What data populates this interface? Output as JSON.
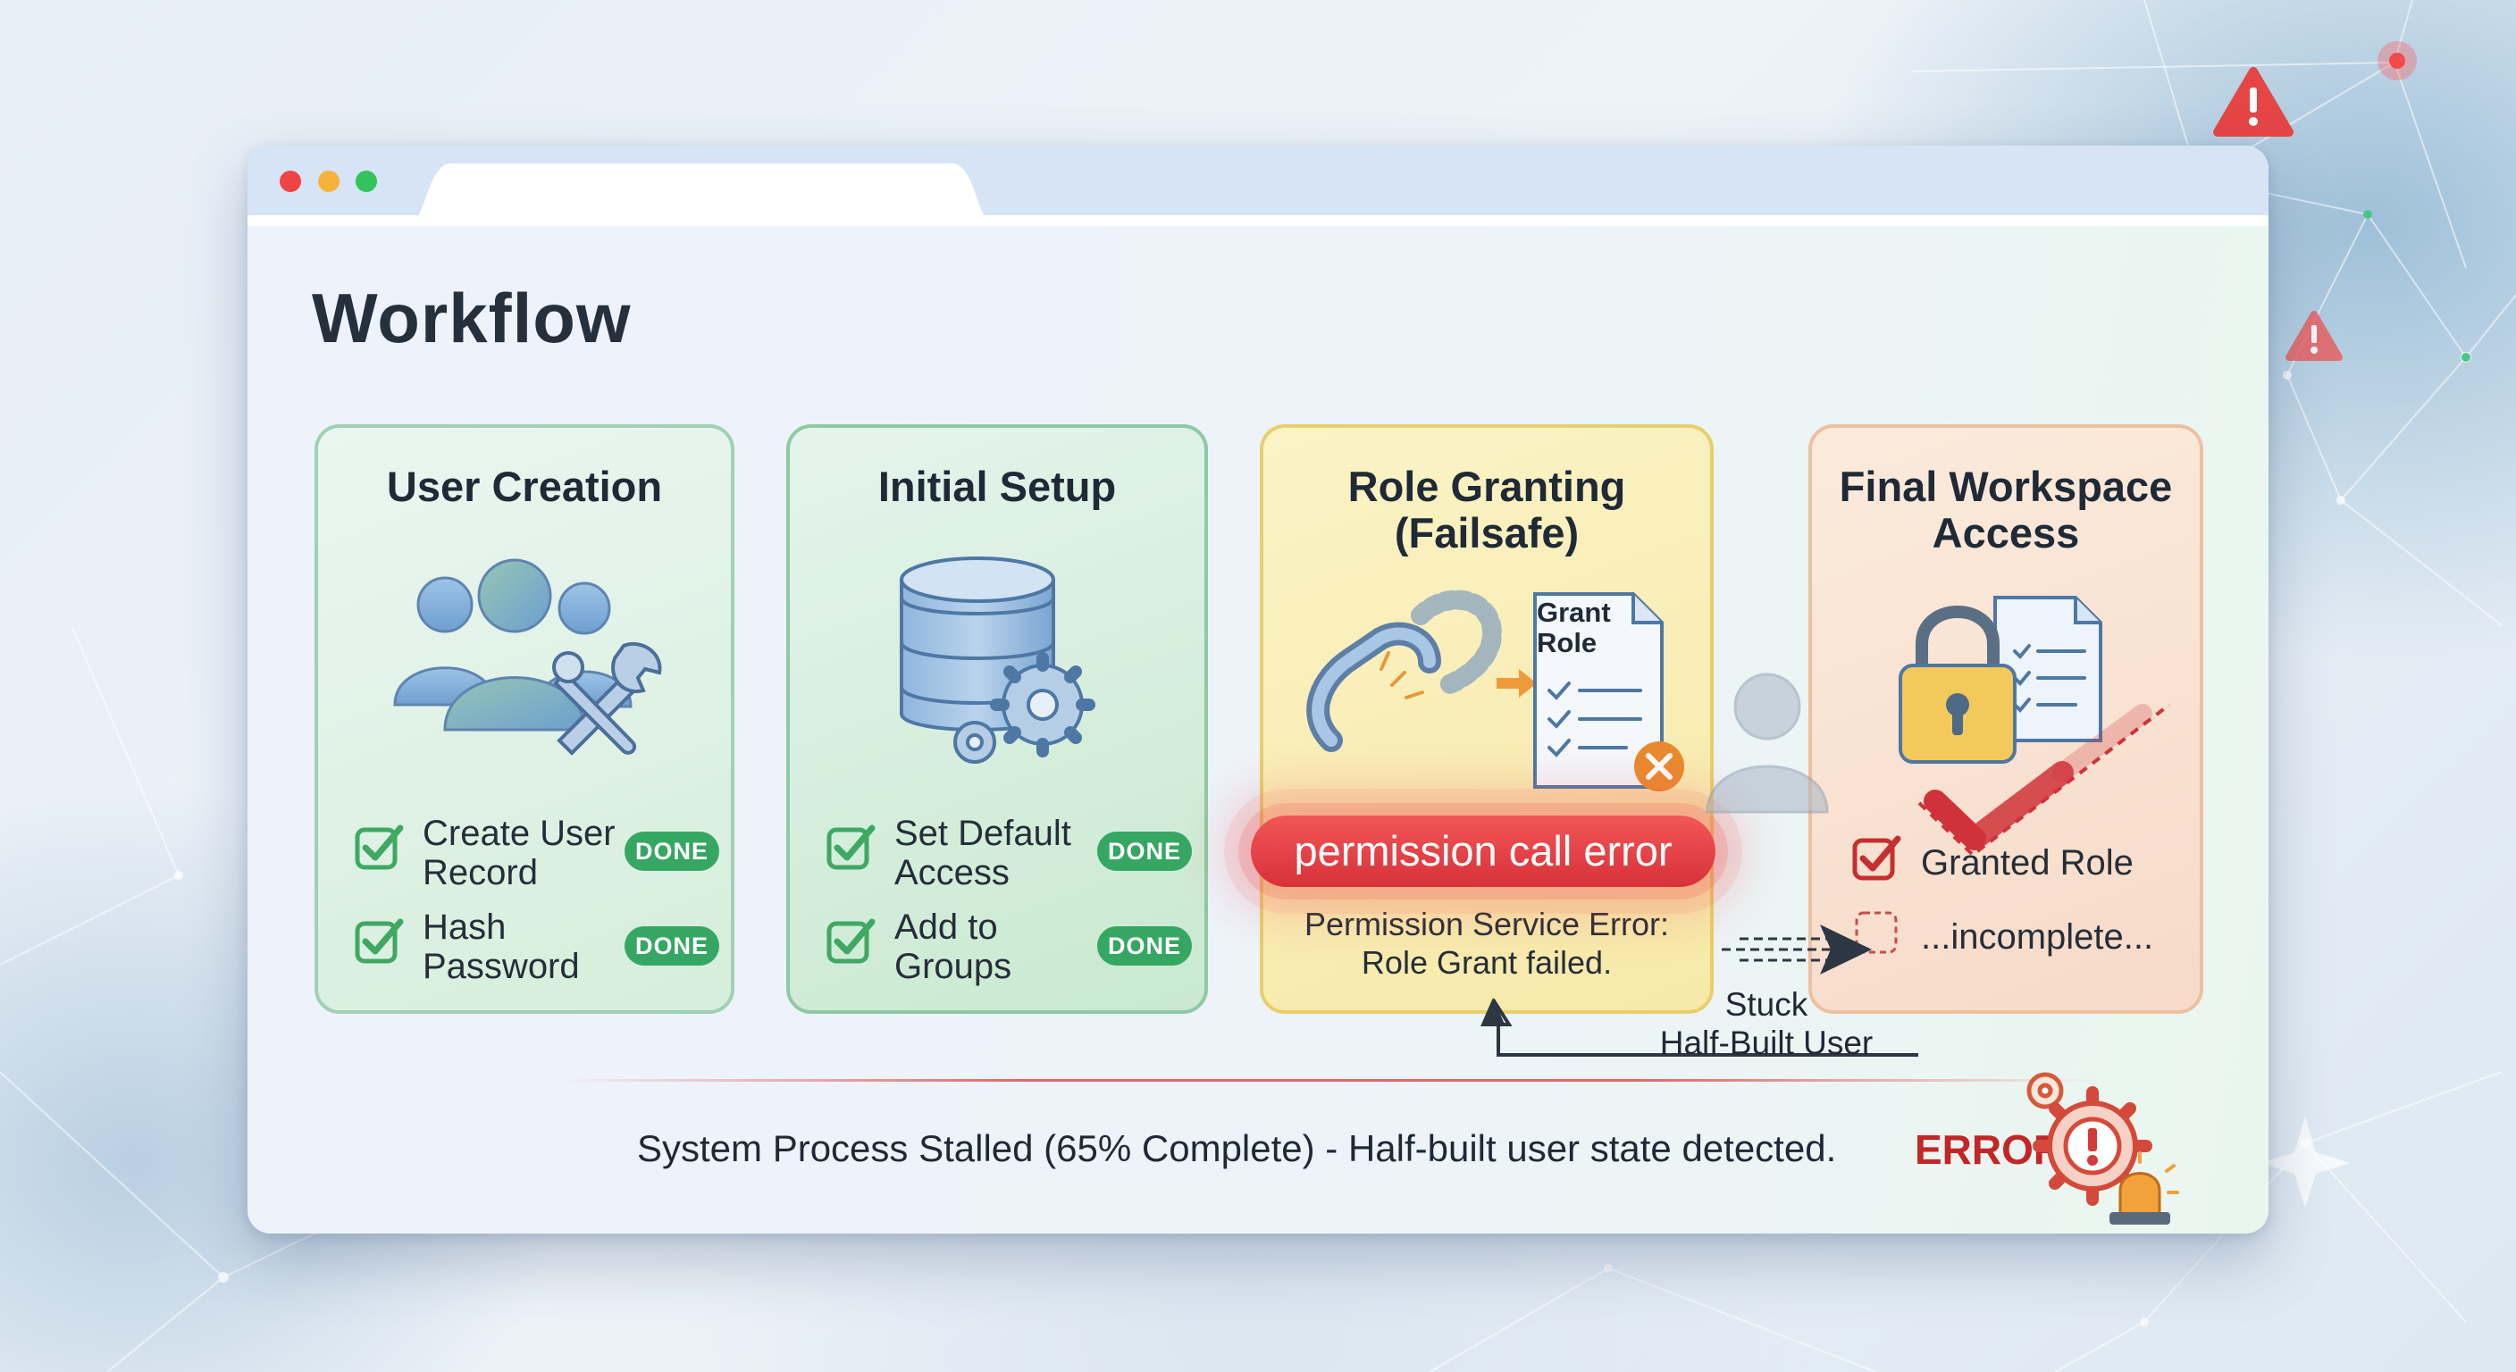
{
  "window": {
    "dots": [
      "close",
      "minimize",
      "maximize"
    ]
  },
  "page": {
    "title": "Workflow"
  },
  "stages": [
    {
      "title": "User Creation",
      "tasks": [
        {
          "text": [
            "Create User",
            "Record"
          ],
          "badge": "DONE"
        },
        {
          "text": [
            "Hash",
            "Password"
          ],
          "badge": "DONE"
        }
      ]
    },
    {
      "title": "Initial Setup",
      "tasks": [
        {
          "text": [
            "Set Default",
            "Access"
          ],
          "badge": "DONE"
        },
        {
          "text": [
            "Add to",
            "Groups"
          ],
          "badge": "DONE"
        }
      ]
    },
    {
      "title": [
        "Role Granting",
        "(Failsafe)"
      ],
      "document_label": [
        "Grant",
        "Role"
      ],
      "error_pill": "permission call error",
      "error_detail": [
        "Permission Service Error:",
        "Role Grant failed."
      ]
    },
    {
      "title": [
        "Final Workspace",
        "Access"
      ],
      "tasks": [
        {
          "text": "Granted Role",
          "state": "checked"
        },
        {
          "text": "...incomplete...",
          "state": "pending"
        }
      ]
    }
  ],
  "stuck_user": {
    "label": [
      "Stuck",
      "Half-Built User"
    ]
  },
  "footer": {
    "status": "System Process Stalled (65% Complete) - Half-built user state detected.",
    "error_label": "ERROR"
  },
  "colors": {
    "done_green": "#36a763",
    "error_red": "#d8313a",
    "check_green": "#3fa863",
    "check_red": "#c62f2f"
  }
}
